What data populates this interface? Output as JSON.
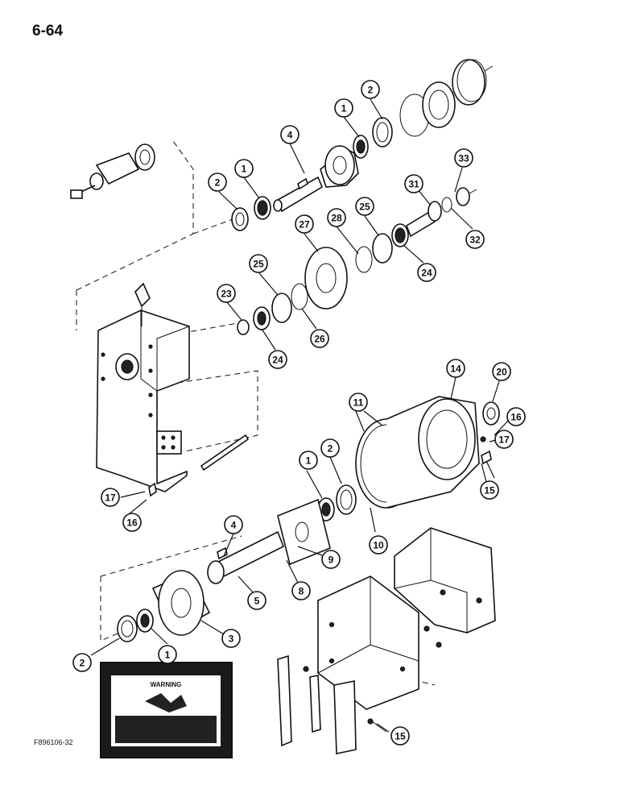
{
  "page_number": "6-64",
  "figure_id": "F896106-32",
  "warning_decal": {
    "title": "WARNING"
  },
  "callouts": [
    "1",
    "1",
    "1",
    "1",
    "2",
    "2",
    "2",
    "2",
    "3",
    "4",
    "4",
    "5",
    "8",
    "9",
    "10",
    "11",
    "14",
    "15",
    "15",
    "16",
    "16",
    "17",
    "17",
    "20",
    "23",
    "24",
    "24",
    "25",
    "25",
    "26",
    "27",
    "28",
    "31",
    "32",
    "33"
  ]
}
